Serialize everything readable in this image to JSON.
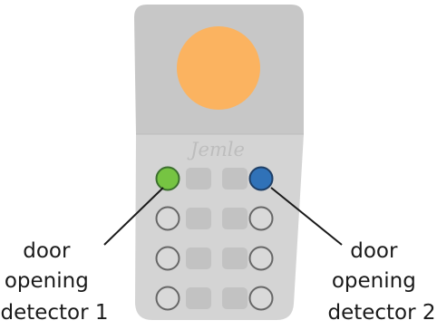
{
  "device": {
    "brand_text": "Jemle",
    "body_color": "#d4d4d4",
    "lid_color": "#c7c7c7",
    "lamp_color": "#fbb360",
    "pad_color": "#c2c2c2",
    "ring_outline_color": "#676767",
    "ring_fill_color": "#d9d9d9"
  },
  "indicators": [
    {
      "id": "detector-1",
      "color": "#76c442",
      "outline": "#3c6f2f"
    },
    {
      "id": "detector-2",
      "color": "#3072b8",
      "outline": "#1f3f66"
    }
  ],
  "labels": {
    "left": [
      "door",
      "opening",
      "detector 1"
    ],
    "right": [
      "door",
      "opening",
      "detector 2"
    ]
  }
}
